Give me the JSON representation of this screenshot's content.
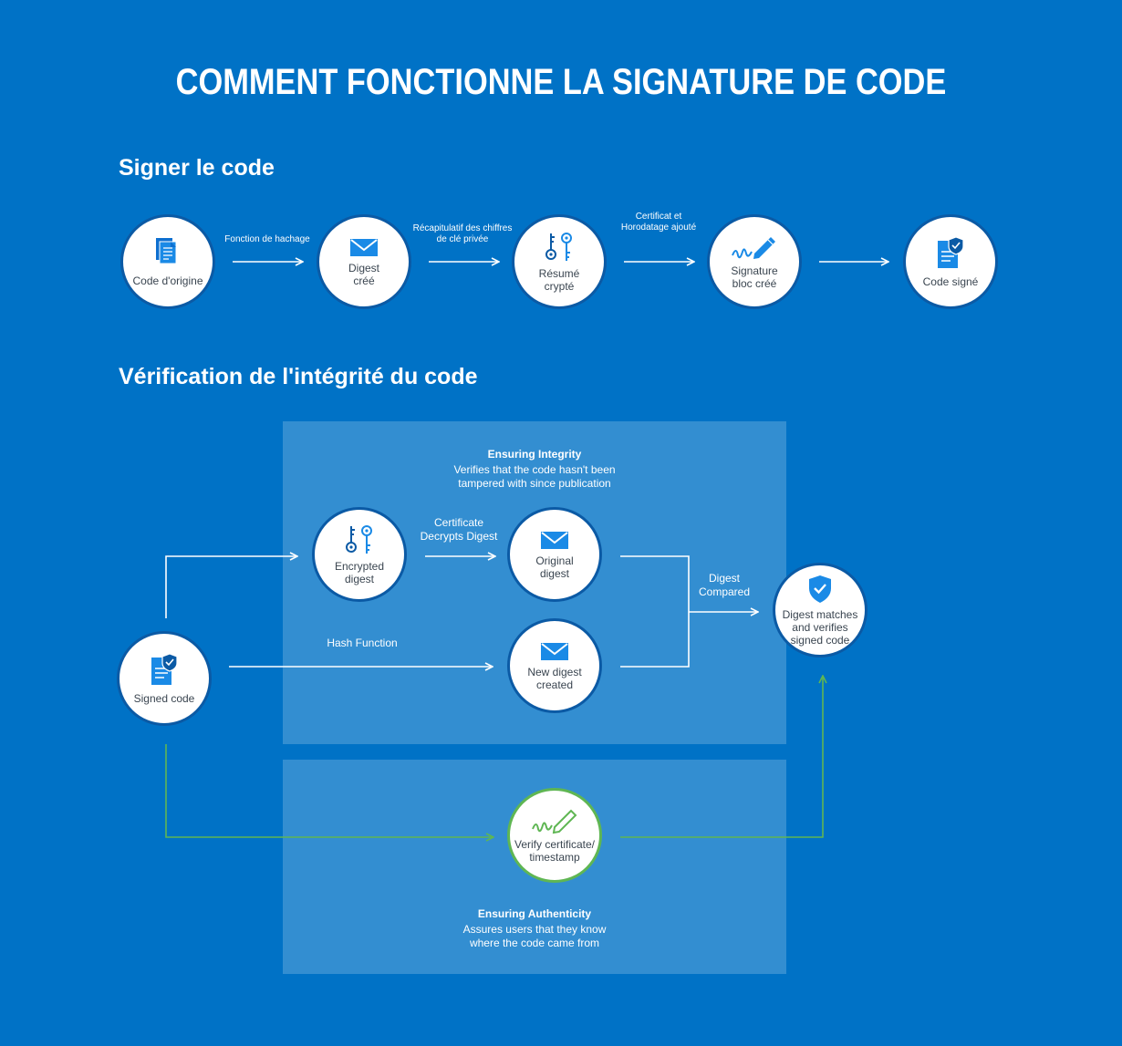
{
  "title": "COMMENT FONCTIONNE LA SIGNATURE DE CODE",
  "signing": {
    "heading": "Signer le code",
    "steps": [
      {
        "label": "Code d'origine",
        "icon": "document-stack-icon"
      },
      {
        "label": "Digest\ncréé",
        "icon": "envelope-icon"
      },
      {
        "label": "Résumé\ncrypté",
        "icon": "keys-icon"
      },
      {
        "label": "Signature\nbloc créé",
        "icon": "signature-pen-icon"
      },
      {
        "label": "Code signé",
        "icon": "shield-document-icon"
      }
    ],
    "arrows": [
      {
        "label": "Fonction de hachage"
      },
      {
        "label": "Récapitulatif des chiffres\nde clé privée"
      },
      {
        "label": "Certificat et\nHorodatage ajouté"
      },
      {
        "label": ""
      }
    ]
  },
  "verification": {
    "heading": "Vérification de l'intégrité du code",
    "integrity": {
      "title": "Ensuring Integrity",
      "description": "Verifies that the code hasn't been\ntampered with since publication"
    },
    "authenticity": {
      "title": "Ensuring Authenticity",
      "description": "Assures users that they know\nwhere the code came from"
    },
    "nodes": {
      "signed_code": "Signed code",
      "encrypted_digest": "Encrypted\ndigest",
      "original_digest": "Original\ndigest",
      "new_digest": "New digest\ncreated",
      "result": "Digest matches\nand verifies\nsigned code",
      "verify_cert": "Verify certificate/\ntimestamp"
    },
    "flow_labels": {
      "cert_decrypts": "Certificate\nDecrypts Digest",
      "hash_function": "Hash Function",
      "digest_compared": "Digest\nCompared"
    }
  },
  "colors": {
    "background": "#0072c6",
    "panel": "rgba(255,255,255,0.2)",
    "icon_blue": "#1a8ae6",
    "authenticity_green": "#5fb653",
    "node_text": "#3a4550"
  }
}
